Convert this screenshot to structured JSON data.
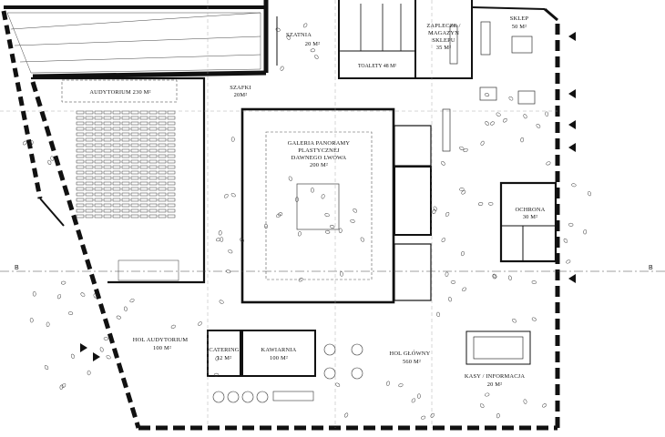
{
  "rooms": {
    "szatnia": {
      "name": "SZATNIA",
      "area": "20 M²"
    },
    "zaplecze": {
      "line1": "ZAPLECZE /",
      "line2": "MAGAZYN",
      "line3": "SKLEPU",
      "area": "35 M²"
    },
    "sklep": {
      "name": "SKLEP",
      "area": "50 M²"
    },
    "toalety": {
      "name": "TOALETY 48 M²"
    },
    "szafki": {
      "name": "SZAFKI",
      "area": "20M²"
    },
    "audytorium": {
      "name": "AUDYTORIUM 230 M²"
    },
    "galeria": {
      "line1": "GALERIA  PANORAMY",
      "line2": "PLASTYCZNEJ",
      "line3": "DAWNEGO LWOWA",
      "area": "200 M²"
    },
    "ochrona": {
      "name": "OCHRONA",
      "area": "30 M²"
    },
    "hol_audytorium": {
      "name": "HOL AUDYTORIUM",
      "area": "100 M²"
    },
    "catering": {
      "name": "CATERING",
      "area": "12 M²"
    },
    "kawiarnia": {
      "name": "KAWIARNIA",
      "area": "100 M²"
    },
    "hol_glowny": {
      "name": "HOL GŁÓWNY",
      "area": "560 M²"
    },
    "kasy": {
      "name": "KASY / INFORMACJA",
      "area": "20 M²"
    }
  },
  "section_marks": {
    "left": "B",
    "right": "B"
  },
  "colors": {
    "wall": "#111111",
    "line": "#222222",
    "dash": "#555555"
  }
}
